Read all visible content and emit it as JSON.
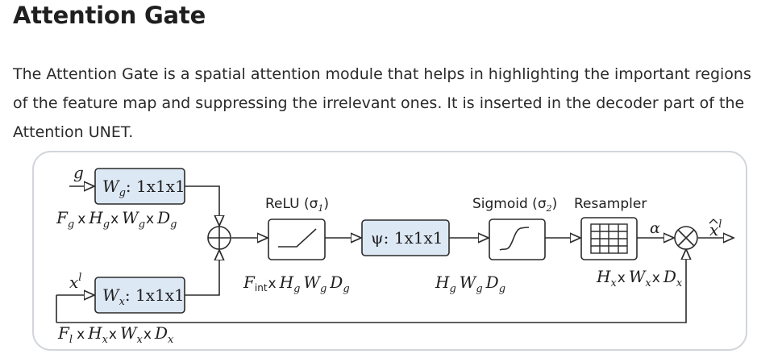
{
  "article": {
    "title": "Attention Gate",
    "intro": "The Attention Gate is a spatial attention module that helps in highlighting the important regions of the feature map and suppressing the irrelevant ones. It is inserted in the decoder part of the Attention UNET."
  },
  "diagram": {
    "input_g": "g",
    "input_x_base": "x",
    "input_x_sup": "l",
    "box_wg": "W",
    "box_wg_sub": "g",
    "box_wg_rest": ": 1x1x1",
    "box_wx": "W",
    "box_wx_sub": "x",
    "box_wx_rest": ": 1x1x1",
    "box_psi": "ψ: 1x1x1",
    "relu_label": "ReLU (σ",
    "relu_sub": "1",
    "sigmoid_label": "Sigmoid (σ",
    "sigmoid_sub": "2",
    "resampler_label": "Resampler",
    "alpha": "α",
    "output_base": "x",
    "output_sup": "l",
    "dim_g": {
      "F": "F",
      "Fs": "g",
      "H": "H",
      "Hs": "g",
      "W": "W",
      "Ws": "g",
      "D": "D",
      "Ds": "g"
    },
    "dim_x": {
      "F": "F",
      "Fs": "l",
      "H": "H",
      "Hs": "x",
      "W": "W",
      "Ws": "x",
      "D": "D",
      "Ds": "x"
    },
    "dim_int": {
      "F": "F",
      "Fs": "int",
      "H": "H",
      "Hs": "g",
      "W": "W",
      "Ws": "g",
      "D": "D",
      "Ds": "g"
    },
    "dim_sig": {
      "H": "H",
      "Hs": "g",
      "W": "W",
      "Ws": "g",
      "D": "D",
      "Ds": "g"
    },
    "dim_res": {
      "H": "H",
      "Hs": "x",
      "W": "W",
      "Ws": "x",
      "D": "D",
      "Ds": "x"
    },
    "times": "x",
    "colors": {
      "box_fill": "#dde8f5",
      "box_stroke": "#2b2b2b",
      "panel_stroke": "#cfd4da"
    }
  }
}
